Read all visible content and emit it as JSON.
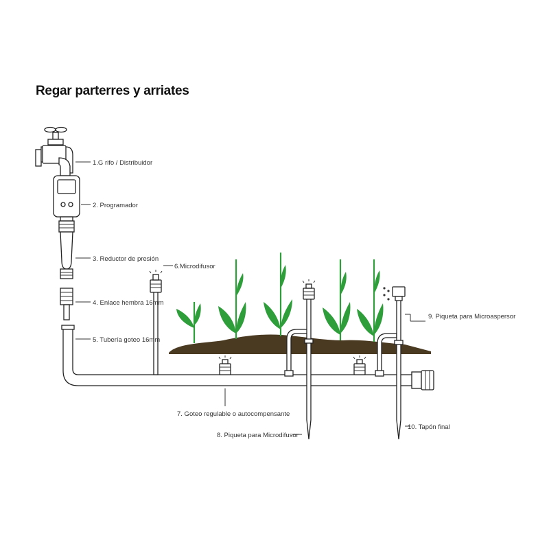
{
  "title": "Regar parterres y arriates",
  "colors": {
    "plant": "#2e9e3a",
    "soil": "#4a3a22",
    "outline": "#222222",
    "label": "#333333"
  },
  "labels": {
    "grifo": "1.G rifo / Distribuidor",
    "programador": "2. Programador",
    "reductor": "3. Reductor de presión",
    "enlace": "4. Enlace hembra 16mm",
    "tuberia": "5. Tubería goteo 16mm",
    "microdifusor": "6.Microdifusor",
    "goteo": "7. Goteo regulable o autocompensante",
    "piqueta_micro": "8. Piqueta para Microdifusor",
    "piqueta_aspersor": "9. Piqueta para Microaspersor",
    "tapon": "10. Tapón final"
  }
}
